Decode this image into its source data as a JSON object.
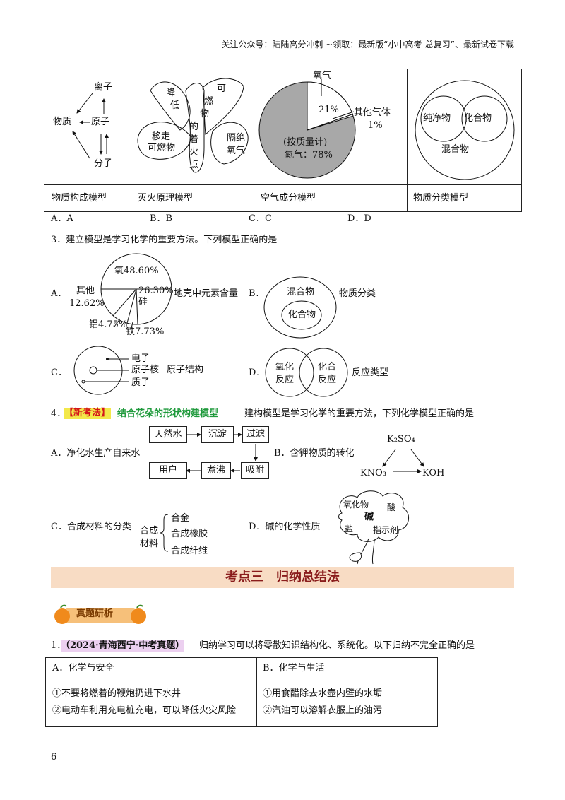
{
  "header": {
    "text": "关注公众号：陆陆高分冲刺 ~领取：最新版“小中高考-总复习”、最新试卷下载"
  },
  "q2": {
    "cells": [
      {
        "caption": "物质构成模型",
        "labels": {
          "ion": "离子",
          "matter": "物质",
          "atom": "原子",
          "molecule": "分子"
        }
      },
      {
        "caption": "灭火原理模型",
        "labels": {
          "lower": [
            "降",
            "低"
          ],
          "combust": [
            "可",
            "燃",
            "物",
            "的",
            "着",
            "火",
            "点"
          ],
          "remove": [
            "移走",
            "可燃物"
          ],
          "isolate": [
            "隔绝",
            "氧气"
          ]
        }
      },
      {
        "caption": "空气成分模型",
        "labels": {
          "oxygen": "氧气",
          "oxygen_pct": "21%",
          "others": "其他气体",
          "others_pct": "1%",
          "basis": "(按质量计)",
          "nitrogen": "氮气：78%"
        }
      },
      {
        "caption": "物质分类模型",
        "labels": {
          "pure": "纯净物",
          "compound": "化合物",
          "mixture": "混合物"
        }
      }
    ],
    "options": [
      "A．A",
      "B．B",
      "C．C",
      "D．D"
    ]
  },
  "q3": {
    "stem": "3．建立模型是学习化学的重要方法。下列模型正确的是",
    "A": {
      "letter": "A．",
      "o": "氧48.60%",
      "others_a": "其他",
      "others_b": "12.62%",
      "si_pct": "26.30%",
      "si": "硅",
      "al": "铝4.75%",
      "fe": "铁7.73%",
      "caption": "地壳中元素含量"
    },
    "B": {
      "letter": "B．",
      "outer": "混合物",
      "inner": "化合物",
      "caption": "物质分类"
    },
    "C": {
      "letter": "C．",
      "electron": "电子",
      "nucleus": "原子核",
      "structure": "原子结构",
      "proton": "质子"
    },
    "D": {
      "letter": "D．",
      "ox1": "氧化",
      "ox2": "反应",
      "co1": "化合",
      "co2": "反应",
      "caption": "反应类型"
    }
  },
  "q4": {
    "num": "4．",
    "tag": "【新考法】",
    "tag2": "结合花朵的形状构建模型",
    "stem": "建构模型是学习化学的重要方法，下列化学模型正确的是",
    "A": {
      "label": "A．净化水生产自来水",
      "boxes": [
        "天然水",
        "沉淀",
        "过滤",
        "吸附",
        "煮沸",
        "用户"
      ]
    },
    "B": {
      "label": "B．含钾物质的转化",
      "k2so4": "K₂SO₄",
      "kno3": "KNO₃",
      "koh": "KOH"
    },
    "C": {
      "label": "C．合成材料的分类",
      "left1": "合成",
      "left2": "材料",
      "items": [
        "合金",
        "合成橡胶",
        "合成纤维"
      ]
    },
    "D": {
      "label": "D．碱的化学性质",
      "oxide": "氧化物",
      "acid": "酸",
      "base": "碱",
      "salt": "盐",
      "indicator": "指示剂"
    }
  },
  "section": {
    "title": "考点三　归纳总结法",
    "badge": "真题研析"
  },
  "q1": {
    "num": "1．",
    "source": "（2024·青海西宁·中考真题）",
    "stem": "归纳学习可以将零散知识结构化、系统化。以下归纳不完全正确的是",
    "table": {
      "A_head": "A．化学与安全",
      "B_head": "B．化学与生活",
      "A_items": [
        "①不要将燃着的鞭炮扔进下水井",
        "②电动车利用充电桩充电，可以降低火灾风险"
      ],
      "B_items": [
        "①用食醋除去水壶内壁的水垢",
        "②汽油可以溶解衣服上的油污"
      ]
    }
  },
  "page_number": "6",
  "colors": {
    "section_bg": "#f8dcc4",
    "section_text": "#8a1c1c",
    "tag_bg": "#f3e84a",
    "tag_text": "#d4151b",
    "green": "#1f9a3c",
    "source_bg": "#ecd0f0",
    "pie_gray": "#a8a8a8"
  }
}
